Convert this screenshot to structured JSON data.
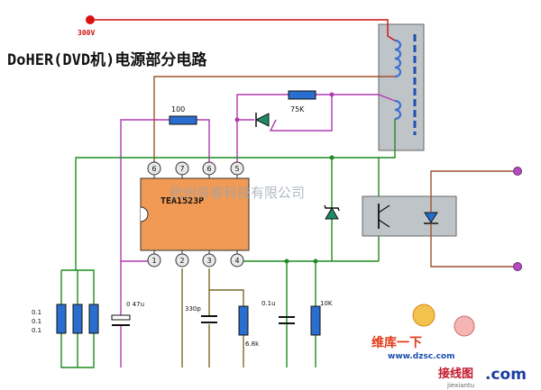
{
  "diagram": {
    "title": "DoHER(DVD机)电源部分电路",
    "supply_label": "300V",
    "ic_label": "TEA1523P",
    "watermark": "杭州将睿科技有限公司",
    "pins": {
      "p6a": "6",
      "p7": "7",
      "p6b": "6",
      "p5": "5",
      "p1": "1",
      "p2": "2",
      "p3": "3",
      "p4": "4"
    },
    "resistor_100": "100",
    "resistor_75k": "75K",
    "cap_47u": "0 47u",
    "cap_330p": "330p",
    "res_6_8k": "6.8k",
    "cap_0_1u": "0.1u",
    "res_10k": "10K",
    "res_bank_values": [
      "0.1",
      "0.1",
      "0.1"
    ],
    "logo_left": "维库一下",
    "logo_site": "www.dzsc.com",
    "logo_right_cn": "接线图",
    "logo_right_com": ".com",
    "logo_right_pinyin": "jiexiantu"
  },
  "colors": {
    "green": "#1f8a1f",
    "purple": "#b03ab0",
    "red": "#cc1111",
    "brown": "#a0522d",
    "olive": "#7a6a2a",
    "blue": "#1f6fd0",
    "ic_orange": "#f09a55",
    "pin_fill": "#e9e9e9",
    "box_gray": "#bfc4c8"
  }
}
